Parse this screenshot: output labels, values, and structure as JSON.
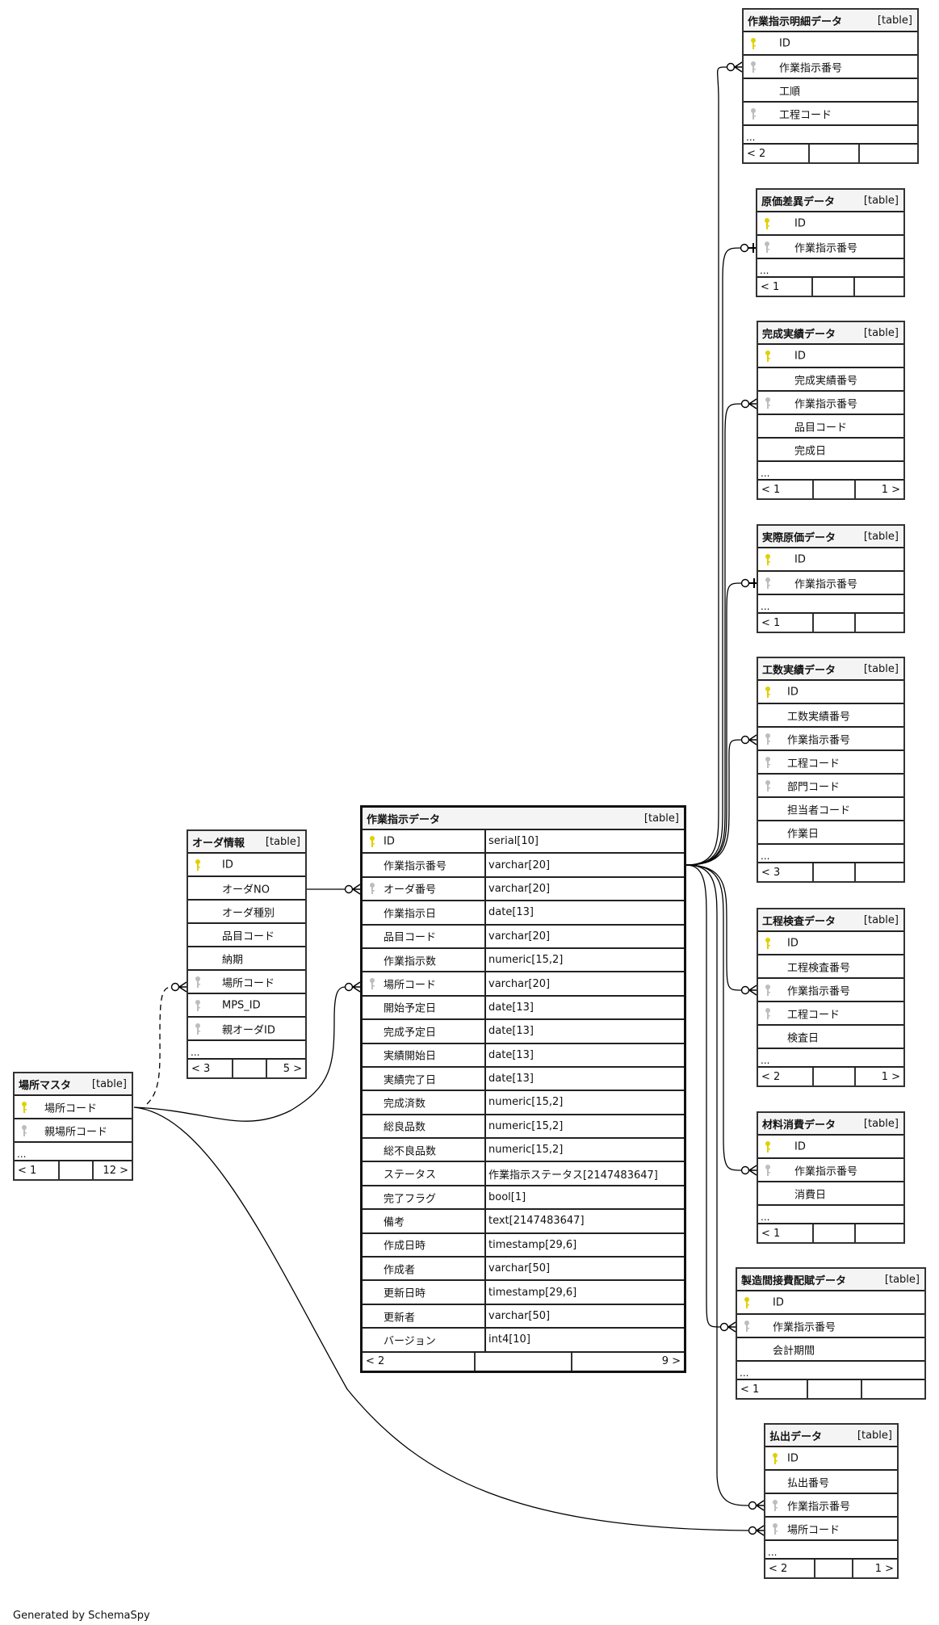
{
  "footer_text": "Generated by SchemaSpy",
  "colors": {
    "pk_key": "#e0d000",
    "fk_key": "#bdbdbd",
    "header_bg": "#f4f4f4"
  },
  "tables": [
    {
      "name": "作業指示明細データ",
      "tag": "[table]",
      "more": "...",
      "columns": [
        {
          "name": "ID",
          "key": "pk"
        },
        {
          "name": "作業指示番号",
          "key": "fk"
        },
        {
          "name": "工順",
          "key": ""
        },
        {
          "name": "工程コード",
          "key": "fk"
        }
      ],
      "footer": [
        "< 2",
        "",
        ""
      ]
    },
    {
      "name": "原価差異データ",
      "tag": "[table]",
      "more": "...",
      "columns": [
        {
          "name": "ID",
          "key": "pk"
        },
        {
          "name": "作業指示番号",
          "key": "fk"
        }
      ],
      "footer": [
        "< 1",
        "",
        ""
      ]
    },
    {
      "name": "完成実績データ",
      "tag": "[table]",
      "more": "...",
      "columns": [
        {
          "name": "ID",
          "key": "pk"
        },
        {
          "name": "完成実績番号",
          "key": ""
        },
        {
          "name": "作業指示番号",
          "key": "fk"
        },
        {
          "name": "品目コード",
          "key": ""
        },
        {
          "name": "完成日",
          "key": ""
        }
      ],
      "footer": [
        "< 1",
        "",
        "1 >"
      ]
    },
    {
      "name": "実際原価データ",
      "tag": "[table]",
      "more": "...",
      "columns": [
        {
          "name": "ID",
          "key": "pk"
        },
        {
          "name": "作業指示番号",
          "key": "fk"
        }
      ],
      "footer": [
        "< 1",
        "",
        ""
      ]
    },
    {
      "name": "工数実績データ",
      "tag": "[table]",
      "more": "...",
      "columns": [
        {
          "name": "ID",
          "key": "pk"
        },
        {
          "name": "工数実績番号",
          "key": ""
        },
        {
          "name": "作業指示番号",
          "key": "fk"
        },
        {
          "name": "工程コード",
          "key": "fk"
        },
        {
          "name": "部門コード",
          "key": "fk"
        },
        {
          "name": "担当者コード",
          "key": ""
        },
        {
          "name": "作業日",
          "key": ""
        }
      ],
      "footer": [
        "< 3",
        "",
        ""
      ]
    },
    {
      "name": "工程検査データ",
      "tag": "[table]",
      "more": "...",
      "columns": [
        {
          "name": "ID",
          "key": "pk"
        },
        {
          "name": "工程検査番号",
          "key": ""
        },
        {
          "name": "作業指示番号",
          "key": "fk"
        },
        {
          "name": "工程コード",
          "key": "fk"
        },
        {
          "name": "検査日",
          "key": ""
        }
      ],
      "footer": [
        "< 2",
        "",
        "1 >"
      ]
    },
    {
      "name": "材料消費データ",
      "tag": "[table]",
      "more": "...",
      "columns": [
        {
          "name": "ID",
          "key": "pk"
        },
        {
          "name": "作業指示番号",
          "key": "fk"
        },
        {
          "name": "消費日",
          "key": ""
        }
      ],
      "footer": [
        "< 1",
        "",
        ""
      ]
    },
    {
      "name": "製造間接費配賦データ",
      "tag": "[table]",
      "more": "...",
      "columns": [
        {
          "name": "ID",
          "key": "pk"
        },
        {
          "name": "作業指示番号",
          "key": "fk"
        },
        {
          "name": "会計期間",
          "key": ""
        }
      ],
      "footer": [
        "< 1",
        "",
        ""
      ]
    },
    {
      "name": "払出データ",
      "tag": "[table]",
      "more": "...",
      "columns": [
        {
          "name": "ID",
          "key": "pk"
        },
        {
          "name": "払出番号",
          "key": ""
        },
        {
          "name": "作業指示番号",
          "key": "fk"
        },
        {
          "name": "場所コード",
          "key": "fk"
        }
      ],
      "footer": [
        "< 2",
        "",
        "1 >"
      ]
    },
    {
      "name": "作業指示データ",
      "tag": "[table]",
      "columns": [
        {
          "name": "ID",
          "key": "pk",
          "type": "serial[10]"
        },
        {
          "name": "作業指示番号",
          "key": "",
          "type": "varchar[20]"
        },
        {
          "name": "オーダ番号",
          "key": "fk",
          "type": "varchar[20]"
        },
        {
          "name": "作業指示日",
          "key": "",
          "type": "date[13]"
        },
        {
          "name": "品目コード",
          "key": "",
          "type": "varchar[20]"
        },
        {
          "name": "作業指示数",
          "key": "",
          "type": "numeric[15,2]"
        },
        {
          "name": "場所コード",
          "key": "fk",
          "type": "varchar[20]"
        },
        {
          "name": "開始予定日",
          "key": "",
          "type": "date[13]"
        },
        {
          "name": "完成予定日",
          "key": "",
          "type": "date[13]"
        },
        {
          "name": "実績開始日",
          "key": "",
          "type": "date[13]"
        },
        {
          "name": "実績完了日",
          "key": "",
          "type": "date[13]"
        },
        {
          "name": "完成済数",
          "key": "",
          "type": "numeric[15,2]"
        },
        {
          "name": "総良品数",
          "key": "",
          "type": "numeric[15,2]"
        },
        {
          "name": "総不良品数",
          "key": "",
          "type": "numeric[15,2]"
        },
        {
          "name": "ステータス",
          "key": "",
          "type": "作業指示ステータス[2147483647]"
        },
        {
          "name": "完了フラグ",
          "key": "",
          "type": "bool[1]"
        },
        {
          "name": "備考",
          "key": "",
          "type": "text[2147483647]"
        },
        {
          "name": "作成日時",
          "key": "",
          "type": "timestamp[29,6]"
        },
        {
          "name": "作成者",
          "key": "",
          "type": "varchar[50]"
        },
        {
          "name": "更新日時",
          "key": "",
          "type": "timestamp[29,6]"
        },
        {
          "name": "更新者",
          "key": "",
          "type": "varchar[50]"
        },
        {
          "name": "バージョン",
          "key": "",
          "type": "int4[10]"
        }
      ],
      "footer": [
        "< 2",
        "",
        "9 >"
      ]
    },
    {
      "name": "オーダ情報",
      "tag": "[table]",
      "more": "...",
      "columns": [
        {
          "name": "ID",
          "key": "pk"
        },
        {
          "name": "オーダNO",
          "key": ""
        },
        {
          "name": "オーダ種別",
          "key": ""
        },
        {
          "name": "品目コード",
          "key": ""
        },
        {
          "name": "納期",
          "key": ""
        },
        {
          "name": "場所コード",
          "key": "fk"
        },
        {
          "name": "MPS_ID",
          "key": "fk"
        },
        {
          "name": "親オーダID",
          "key": "fk"
        }
      ],
      "footer": [
        "< 3",
        "",
        "5 >"
      ]
    },
    {
      "name": "場所マスタ",
      "tag": "[table]",
      "more": "...",
      "columns": [
        {
          "name": "場所コード",
          "key": "pk"
        },
        {
          "name": "親場所コード",
          "key": "fk"
        }
      ],
      "footer": [
        "< 1",
        "",
        "12 >"
      ]
    }
  ]
}
